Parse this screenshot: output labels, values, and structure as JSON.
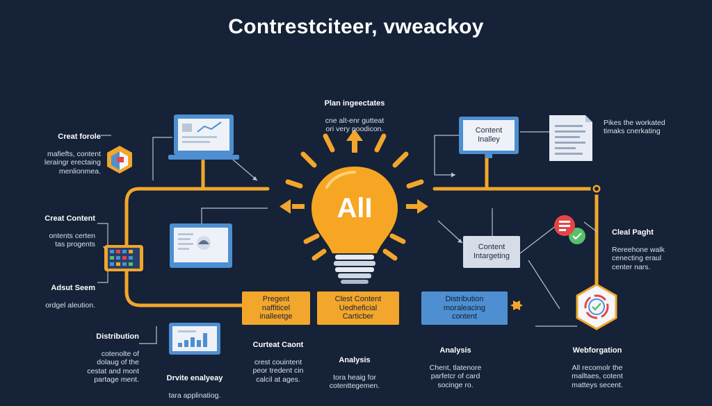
{
  "title": "Contrestciteer, vweackoy",
  "bulb_text": "AlI",
  "colors": {
    "background": "#152237",
    "accent_orange": "#f2a62b",
    "accent_blue": "#4e8fd1",
    "card_gray": "#d6dde8"
  },
  "labels": {
    "top_center": {
      "heading": "Plan ingeectates",
      "body": "cne alt-enr gutteat\nori very poodicon."
    },
    "left_top": {
      "heading": "Creat forole",
      "body": "mafiefts, content\nleraingr erectaing\nmenlionmea."
    },
    "left_mid": {
      "heading": "Creat Content",
      "body": "ontents certen\ntas progents"
    },
    "left_low": {
      "heading": "Adsut Seem",
      "body": "ordgel aleution."
    },
    "left_bottom": {
      "heading": "Distribution",
      "body": "cotenolte of\ndolaug of the\ncestat and mont\npartage ment."
    },
    "bottom_laptop": {
      "heading": "Drvite enalyeay",
      "body": "tara applinatiog."
    },
    "mid_bottom_left": {
      "heading": "Curteat Caont",
      "body": "crest couintent\npeor tredent cin\ncalcil at ages."
    },
    "mid_bottom": {
      "heading": "Analysis",
      "body": "tora heaig for\ncotenttegemen."
    },
    "right_bottom_mid": {
      "heading": "Analysis",
      "body": "Chent, tlatenore\nparfetcr of card\nsocinge ro."
    },
    "right_top": {
      "heading": "",
      "body": "Pikes the workated\ntimaks cnerkating"
    },
    "right_mid": {
      "heading": "Cleal Paght",
      "body": "Rereehone walk\ncenecting eraul\ncenter nars."
    },
    "right_bottom": {
      "heading": "Webforgation",
      "body": "All recomolr the\nmalltaes, cotent\nmatteys secent."
    }
  },
  "boxes": {
    "content_inalley": "Content\nInalley",
    "content_intargeting": "Content\nIntargeting",
    "pregent": "Pregent\nnaffiticel\ninalleetge",
    "clest_content": "Clest Content\nUedheficial\nCarticber",
    "distribution": "Distribution\nmoraleacing\ncontent"
  }
}
